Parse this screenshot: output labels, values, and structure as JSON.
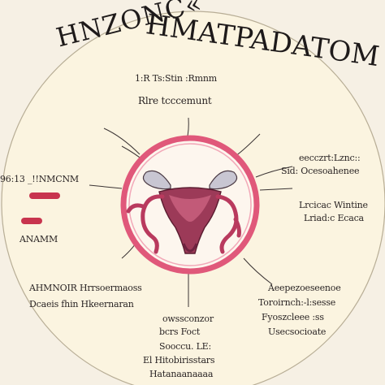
{
  "title": {
    "arc_text": "HNZONC«",
    "right_text": "HMATPADATOM"
  },
  "labels": {
    "top_line1": "1:R Ts:Stin :Rmnm",
    "top_line2": "Rlre  tcccemunt",
    "left_line1": "96:13   _!!NMCNM",
    "left_line2": "ANAMM",
    "right_line1": "eecczrt:Lznc::",
    "right_line2": "Sid:  Ocesoahenee",
    "right_line3": "Lrcicac Wintine",
    "right_line4": "Lriad:c Ecaca",
    "bottom_left_line1": "AHMNOIR Hrrsoermaoss",
    "bottom_left_line2": "Dcaeis  fhin Hkeernaran",
    "bottom_right_line1": "Aeepezoeseenoe",
    "bottom_right_line2": "Toroirnch:-l:sesse",
    "bottom_right_line3": "Fyoszcleee :ss",
    "bottom_right_line4": "Usecsocioate",
    "bottom_line1": "owssconzor",
    "bottom_line2": "bcrs Foct",
    "bottom_line3": "Sooccu. LE:",
    "bottom_line4": "El Hitobirisstars",
    "bottom_line5": "Hatanaanaaaa"
  },
  "colors": {
    "background": "#f6f0e4",
    "outer_circle": "#fbf4e0",
    "ring": "#e0587a",
    "uterus": "#9c3a58",
    "uterus_dark": "#6e2340",
    "ovary_wing": "#c8c6d2",
    "tube": "#b93a5e",
    "accent_bars": "#c8344e"
  }
}
